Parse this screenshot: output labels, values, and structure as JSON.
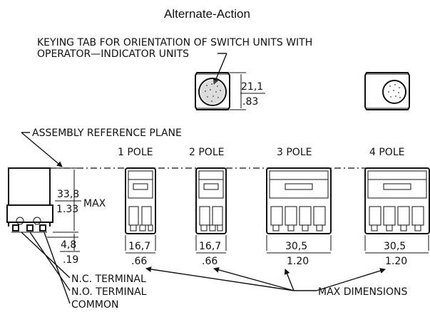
{
  "title": "Alternate-Action",
  "callouts": {
    "keying_tab_line1": "KEYING TAB FOR ORIENTATION OF SWITCH UNITS WITH",
    "keying_tab_line2": "OPERATOR—INDICATOR UNITS",
    "reference_plane": "ASSEMBLY REFERENCE PLANE",
    "nc_terminal": "N.C. TERMINAL",
    "no_terminal": "N.O. TERMINAL",
    "common": "COMMON",
    "max_dimensions": "MAX DIMENSIONS",
    "max": "MAX"
  },
  "top_view": {
    "dim_mm": "21,1",
    "dim_in": ".83"
  },
  "side_view": {
    "height_mm": "33,8",
    "height_in": "1.33",
    "terminal_mm": "4,8",
    "terminal_in": ".19"
  },
  "poles": [
    {
      "label": "1 POLE",
      "width_mm": "16,7",
      "width_in": ".66"
    },
    {
      "label": "2 POLE",
      "width_mm": "16,7",
      "width_in": ".66"
    },
    {
      "label": "3 POLE",
      "width_mm": "30,5",
      "width_in": "1.20"
    },
    {
      "label": "4 POLE",
      "width_mm": "30,5",
      "width_in": "1.20"
    }
  ]
}
